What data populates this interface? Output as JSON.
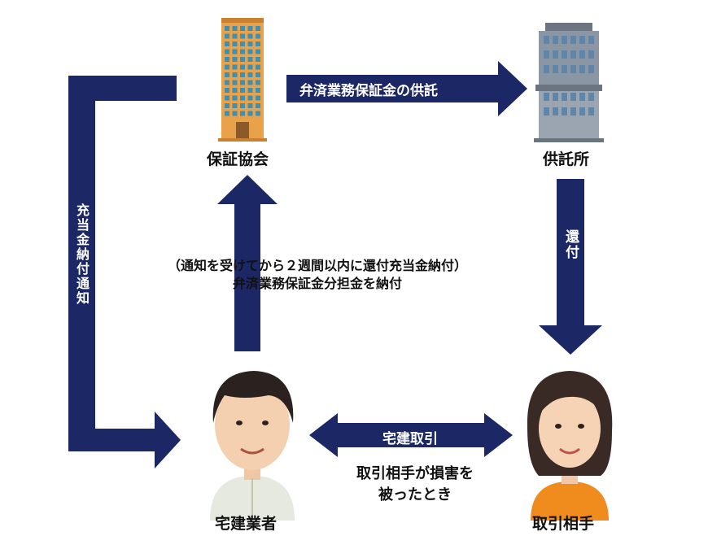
{
  "nodes": {
    "association": "保証協会",
    "depository": "供託所",
    "broker": "宅建業者",
    "counterparty": "取引相手"
  },
  "edges": {
    "deposit": "弁済業務保証金の供託",
    "refund": "還付",
    "notice": "充当金納付通知",
    "payment_line1": "（通知を受けてから２週間以内に還付充当金納付）",
    "payment_line2": "弁済業務保証金分担金を納付",
    "transaction": "宅建取引",
    "damage_line1": "取引相手が損害を",
    "damage_line2": "被ったとき"
  },
  "colors": {
    "arrow": "#1c2766",
    "building_main": "#e9a24a",
    "building_window": "#3f8fb0",
    "office_building": "#8a96a3",
    "shirt_broker": "#e6e9df",
    "shirt_counterparty": "#f08b1e"
  }
}
